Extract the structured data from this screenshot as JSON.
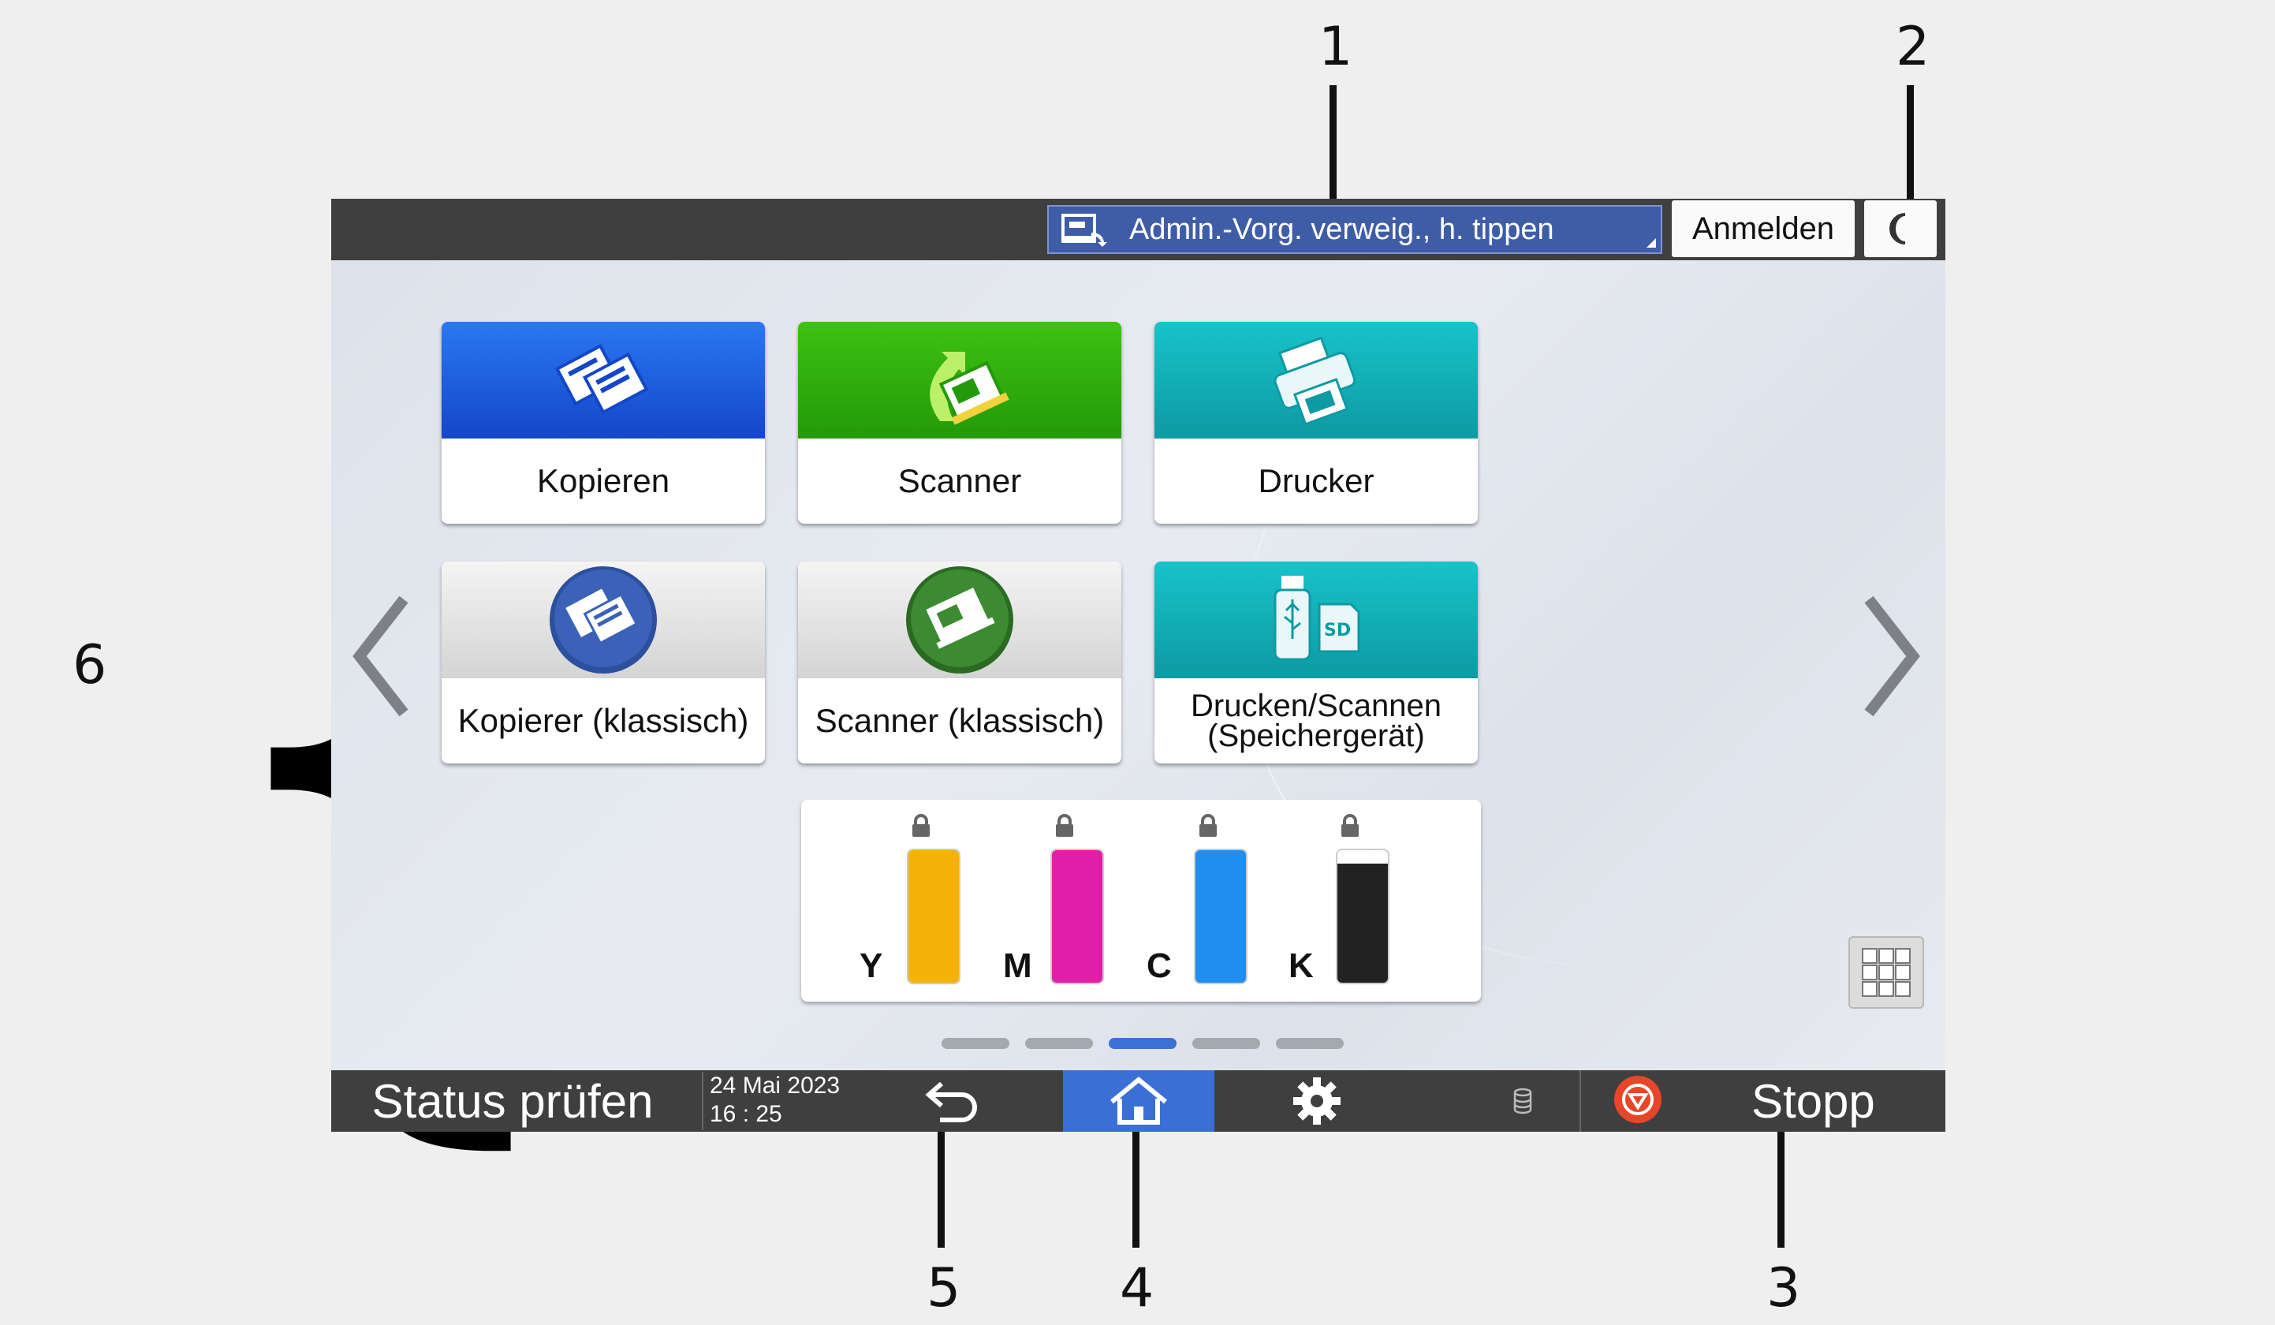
{
  "callouts": {
    "c1": "1",
    "c2": "2",
    "c3": "3",
    "c4": "4",
    "c5": "5",
    "c6": "6"
  },
  "header": {
    "admin_banner": "Admin.-Vorg. verweig., h. tippen",
    "login_label": "Anmelden",
    "sleep_icon": "moon-icon"
  },
  "apps": [
    {
      "label": "Kopieren",
      "icon": "copy-icon",
      "color": "#1f5fe0"
    },
    {
      "label": "Scanner",
      "icon": "scanner-icon",
      "color": "#2fa80e"
    },
    {
      "label": "Drucker",
      "icon": "printer-icon",
      "color": "#12aab0"
    },
    {
      "label": "Kopierer (klassisch)",
      "icon": "copy-classic-icon",
      "color": "#e8e8e8"
    },
    {
      "label": "Scanner (klassisch)",
      "icon": "scanner-classic-icon",
      "color": "#e8e8e8"
    },
    {
      "label": "Drucken/Scannen\n(Speichergerät)",
      "icon": "usb-sd-icon",
      "color": "#12aab0"
    }
  ],
  "inks": [
    {
      "letter": "Y",
      "color": "#f7b20a",
      "level": 1.0
    },
    {
      "letter": "M",
      "color": "#e01fa8",
      "level": 1.0
    },
    {
      "letter": "C",
      "color": "#1f8ef0",
      "level": 1.0
    },
    {
      "letter": "K",
      "color": "#222222",
      "level": 0.88
    }
  ],
  "pager": {
    "pages": 5,
    "active": 3
  },
  "footer": {
    "status_label": "Status prüfen",
    "date": "24 Mai 2023",
    "time": "16 : 25",
    "stop_label": "Stopp"
  }
}
